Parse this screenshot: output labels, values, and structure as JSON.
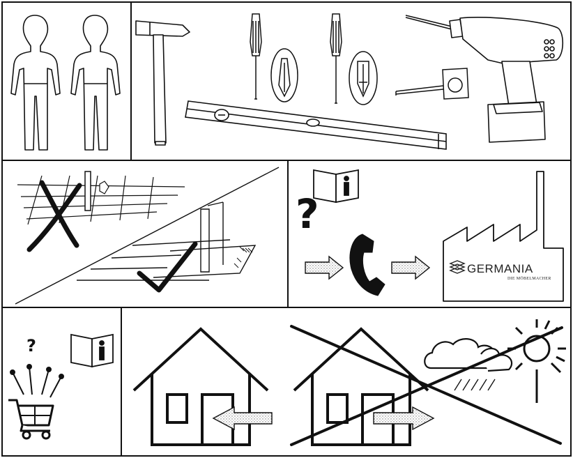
{
  "brand": {
    "name": "GERMANIA",
    "tagline": "DIE MÖBELMACHER"
  },
  "symbols": {
    "question_mark": "?",
    "info_letter": "i"
  },
  "colors": {
    "ink": "#111111",
    "paper": "#ffffff",
    "stipple": "#888888"
  },
  "icons": [
    "two-people-icon",
    "hammer-icon",
    "flathead-screwdriver-icon",
    "phillips-screwdriver-icon",
    "cordless-drill-icon",
    "tape-measure-icon",
    "spirit-level-icon",
    "floor-grid-icon",
    "cross-mark-icon",
    "check-mark-icon",
    "manual-book-icon",
    "telephone-icon",
    "factory-icon",
    "shopping-cart-icon",
    "house-icon",
    "sun-icon",
    "cloud-rain-icon"
  ]
}
